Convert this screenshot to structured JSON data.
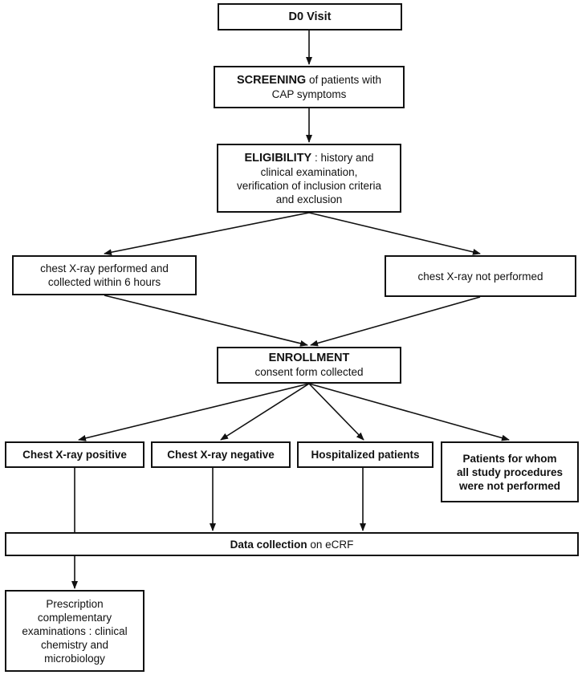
{
  "d0": {
    "title": "D0 Visit"
  },
  "screening": {
    "bold": "SCREENING",
    "rest": " of patients with",
    "line2": "CAP symptoms"
  },
  "eligibility": {
    "bold": "ELIGIBILITY",
    "rest": " : history and",
    "line2": "clinical examination,",
    "line3": "verification of inclusion criteria",
    "line4": "and exclusion"
  },
  "xray_performed": {
    "line1": "chest X-ray performed and",
    "line2": "collected within 6 hours"
  },
  "xray_not_performed": {
    "line1": "chest X-ray not performed"
  },
  "enrollment": {
    "title": "ENROLLMENT",
    "line2": "consent form collected"
  },
  "outcomes": {
    "positive": "Chest X-ray positive",
    "negative": "Chest X-ray negative",
    "hospitalized": "Hospitalized patients",
    "not_performed": {
      "line1": "Patients for whom",
      "line2": "all study procedures",
      "line3": "were not performed"
    }
  },
  "data_collection": {
    "bold": "Data collection",
    "rest": " on eCRF"
  },
  "prescription": {
    "line1": "Prescription",
    "line2": "complementary",
    "line3": "examinations : clinical",
    "line4": "chemistry and",
    "line5": "microbiology"
  }
}
